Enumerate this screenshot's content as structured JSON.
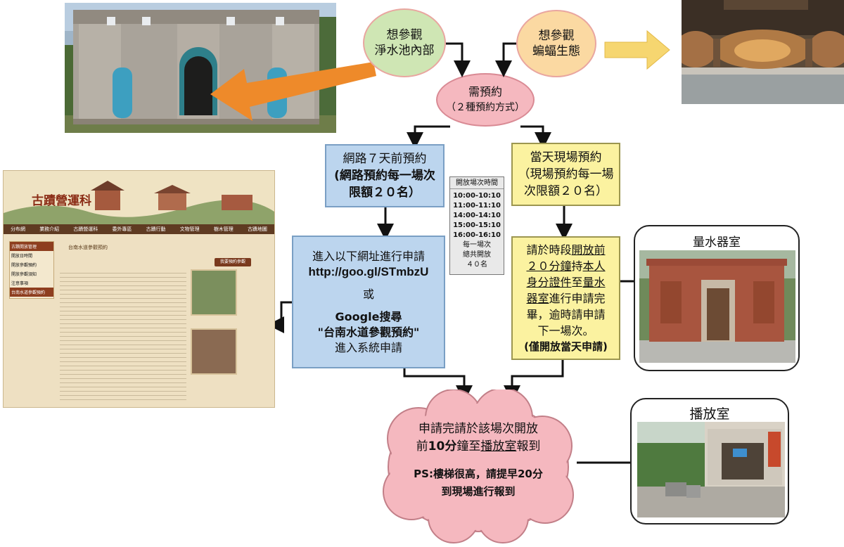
{
  "nodes": {
    "pool": {
      "line1": "想參觀",
      "line2": "淨水池內部"
    },
    "bat": {
      "line1": "想參觀",
      "line2": "蝙蝠生態"
    },
    "reserve": {
      "line1": "需預約",
      "line2": "（２種預約方式）"
    },
    "online": {
      "line1": "網路７天前預約",
      "line2": "(網路預約每一場次",
      "line3": "限額２０名）"
    },
    "onsite": {
      "line1": "當天現場預約",
      "line2": "（現場預約每一場",
      "line3": "次限額２０名）"
    },
    "apply": {
      "line1": "進入以下網址進行申請",
      "url": "http://goo.gl/STmbzU",
      "or": "或",
      "google": "Google搜尋",
      "query": "\"台南水道參觀預約\"",
      "enter": "進入系統申請"
    },
    "onsite_detail": {
      "a1": "請於時段",
      "a2": "開放前",
      "b1": "２０分鐘",
      "b2": "持",
      "b3": "本人",
      "c1": "身分證件",
      "c2": "至",
      "c3": "量水",
      "d1": "器室",
      "d2": "進行申請完",
      "e1": "畢，逾時請申請",
      "f1": "下一場次。",
      "g1": "(僅開放當天申請)"
    },
    "checkin": {
      "a1": "申請完請於該場次開放",
      "b1": "前",
      "b2": "10分",
      "b3": "鐘至",
      "b4": "播放室",
      "b5": "報到",
      "ps1": "PS:",
      "ps2": "樓梯很高，請提早",
      "ps3": "20",
      "ps4": "分",
      "ps5": "到現場進行報到"
    }
  },
  "schedule": {
    "title": "開放場次時間",
    "slots": [
      "10:00-10:10",
      "11:00-11:10",
      "14:00-14:10",
      "15:00-15:10",
      "16:00-16:10"
    ],
    "note1": "每一場次",
    "note2": "總共開放",
    "note3": "４０名"
  },
  "photos": {
    "meter_room": "量水器室",
    "broadcast_room": "播放室"
  },
  "website": {
    "title": "古蹟營運科",
    "nav": [
      "分布網",
      "業務介紹",
      "古蹟營運科",
      "委外專區",
      "古蹟行動",
      "文物管理",
      "樹木管理",
      "古蹟地圖"
    ],
    "side_title": "古蹟開放管理",
    "side_items": [
      "開放日時間",
      "開放參觀預約",
      "開放參觀須知",
      "注意事項",
      "台南水道參觀預約"
    ],
    "page_title": "台南水道參觀預約",
    "button": "我要預約參觀"
  },
  "colors": {
    "green": "#cfe6b4",
    "peach": "#fbd9a2",
    "pink": "#f5b8bf",
    "blue": "#bcd5ee",
    "yellow": "#fbf2a0",
    "orange": "#ee8a2a",
    "arrow_yellow": "#f6d670"
  }
}
